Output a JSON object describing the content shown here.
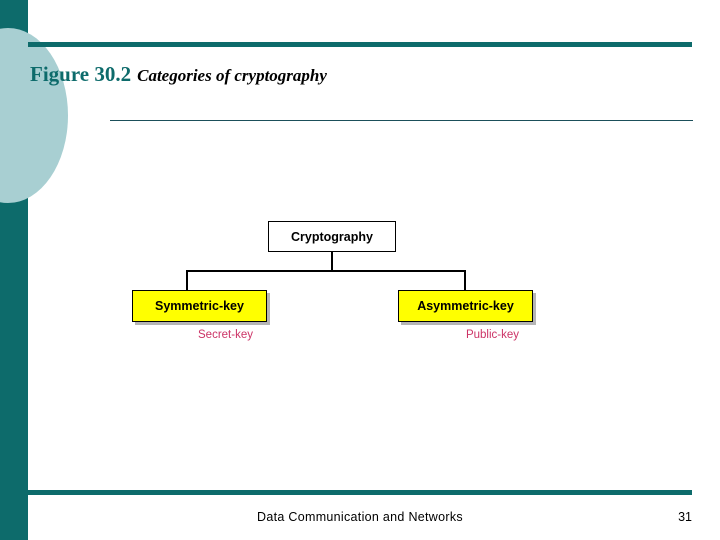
{
  "slide": {
    "figure_number": "Figure 30.2",
    "figure_caption": "Categories of cryptography",
    "footer": "Data Communication and Networks",
    "page_number": "31",
    "colors": {
      "band": "#0d6b6b",
      "circle": "#a8cfd2",
      "rule": "#0d6b6b",
      "title": "#0d6b6b",
      "node_fill": "#ffff00",
      "sublabel": "#cc3366"
    }
  },
  "chart_data": {
    "type": "diagram",
    "title": "Categories of cryptography",
    "nodes": [
      {
        "id": "root",
        "label": "Cryptography",
        "sublabel": ""
      },
      {
        "id": "left",
        "label": "Symmetric-key",
        "sublabel": "Secret-key"
      },
      {
        "id": "right",
        "label": "Asymmetric-key",
        "sublabel": "Public-key"
      }
    ],
    "edges": [
      {
        "from": "root",
        "to": "left"
      },
      {
        "from": "root",
        "to": "right"
      }
    ]
  }
}
